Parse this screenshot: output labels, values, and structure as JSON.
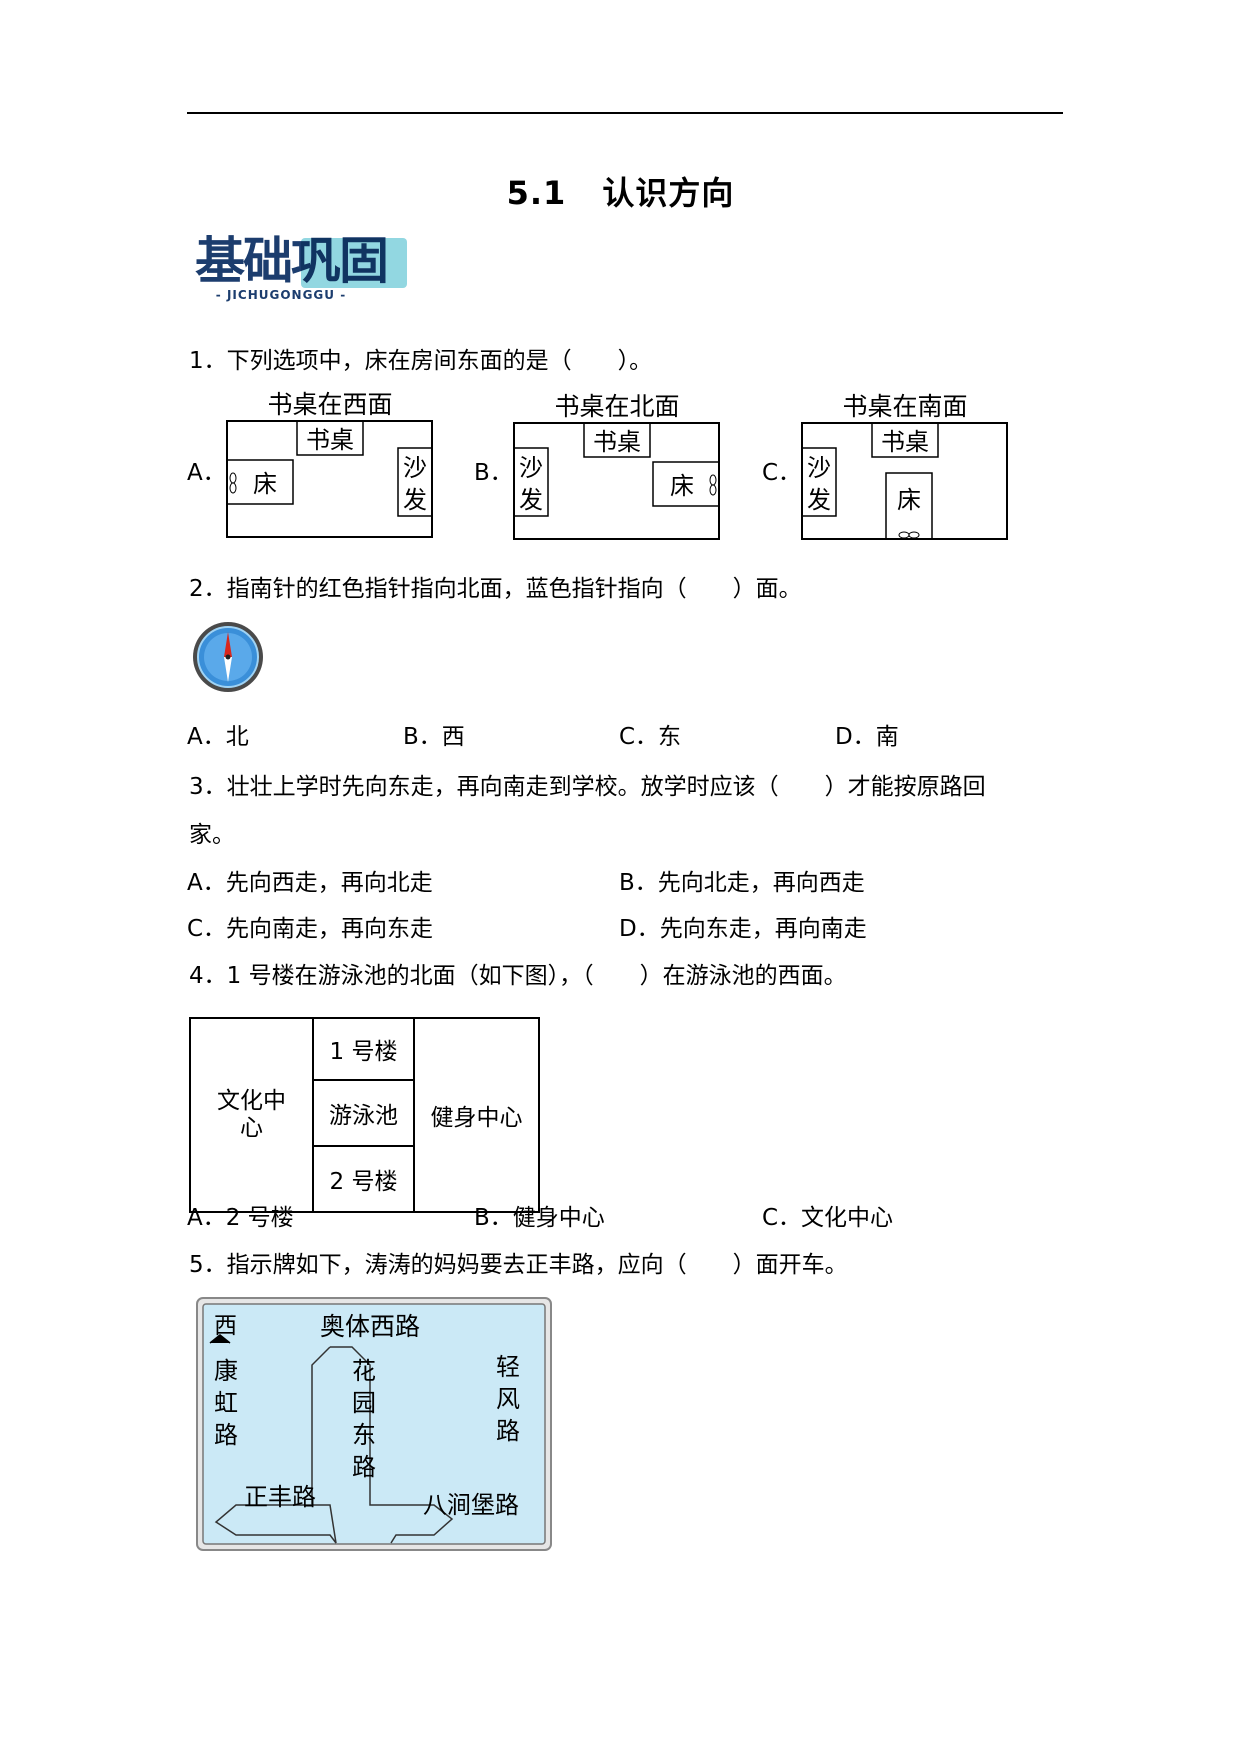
{
  "title": {
    "number": "5.1",
    "text": "认识方向"
  },
  "logo": {
    "main": "基础巩固",
    "sub": "- JICHUGONGGU -"
  },
  "q1": {
    "text": "1．下列选项中，床在房间东面的是（　　）。",
    "options": [
      {
        "letter": "A．",
        "caption": "书桌在西面",
        "desk": "书桌",
        "bed": "床",
        "sofa_top": "沙",
        "sofa_bottom": "发"
      },
      {
        "letter": "B．",
        "caption": "书桌在北面",
        "desk": "书桌",
        "bed": "床",
        "sofa_top": "沙",
        "sofa_bottom": "发"
      },
      {
        "letter": "C．",
        "caption": "书桌在南面",
        "desk": "书桌",
        "bed": "床",
        "sofa_top": "沙",
        "sofa_bottom": "发"
      }
    ]
  },
  "q2": {
    "text": "2．指南针的红色指针指向北面，蓝色指针指向（　　）面。",
    "options": [
      "A．北",
      "B．西",
      "C．东",
      "D．南"
    ]
  },
  "q3": {
    "line1": "3．壮壮上学时先向东走，再向南走到学校。放学时应该（　　）才能按原路回",
    "line2": "家。",
    "options": [
      "A．先向西走，再向北走",
      "B．先向北走，再向西走",
      "C．先向南走，再向东走",
      "D．先向东走，再向南走"
    ]
  },
  "q4": {
    "text": "4．1 号楼在游泳池的北面（如下图），（　　）在游泳池的西面。",
    "map": {
      "left_line1": "文化中",
      "left_line2": "心",
      "top": "1 号楼",
      "middle": "游泳池",
      "bottom": "2 号楼",
      "right": "健身中心"
    },
    "options": [
      "A．2 号楼",
      "B．健身中心",
      "C．文化中心"
    ]
  },
  "q5": {
    "text": "5．指示牌如下，涛涛的妈妈要去正丰路，应向（　　）面开车。",
    "sign": {
      "direction": "西",
      "top_road": "奥体西路",
      "left_road": [
        "康",
        "虹",
        "路"
      ],
      "center_road": [
        "花",
        "园",
        "东",
        "路"
      ],
      "right_road": [
        "轻",
        "风",
        "路"
      ],
      "bottom_left_road": "正丰路",
      "bottom_right_road": "八涧堡路"
    }
  },
  "colors": {
    "sign_bg": "#cbe9f6",
    "logo_dark": "#1c3d6e",
    "logo_teal": "#38b6c9",
    "compass_blue": "#3a8fd9",
    "compass_red": "#d9261c"
  }
}
